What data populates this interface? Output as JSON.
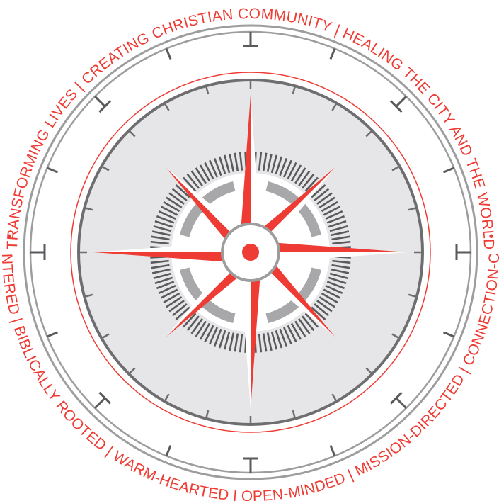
{
  "colors": {
    "accent_red": "#ee3b33",
    "ring_gray": "#9d9d9d",
    "dark_gray": "#6e6e70",
    "tick_gray": "#5a5a5c",
    "light_gray": "#a8a8aa",
    "dial_fill": "#e6e6e8",
    "background": "#ffffff"
  },
  "outer_ring": {
    "top_phrases": [
      "TRANSFORMING LIVES",
      "CREATING CHRISTIAN COMMUNITY",
      "HEALING THE CITY AND THE WORLD"
    ],
    "bottom_phrases": [
      "CHRIST-CENTERED",
      "BIBLICALLY ROOTED",
      "WARM-HEARTED",
      "OPEN-MINDED",
      "MISSION-DIRECTED",
      "CONNECTION-COMMITTED"
    ],
    "separator": "|",
    "side_marker": "•"
  },
  "icons": {
    "compass_rose": "compass-rose-icon",
    "center_hub": "compass-hub-icon"
  }
}
